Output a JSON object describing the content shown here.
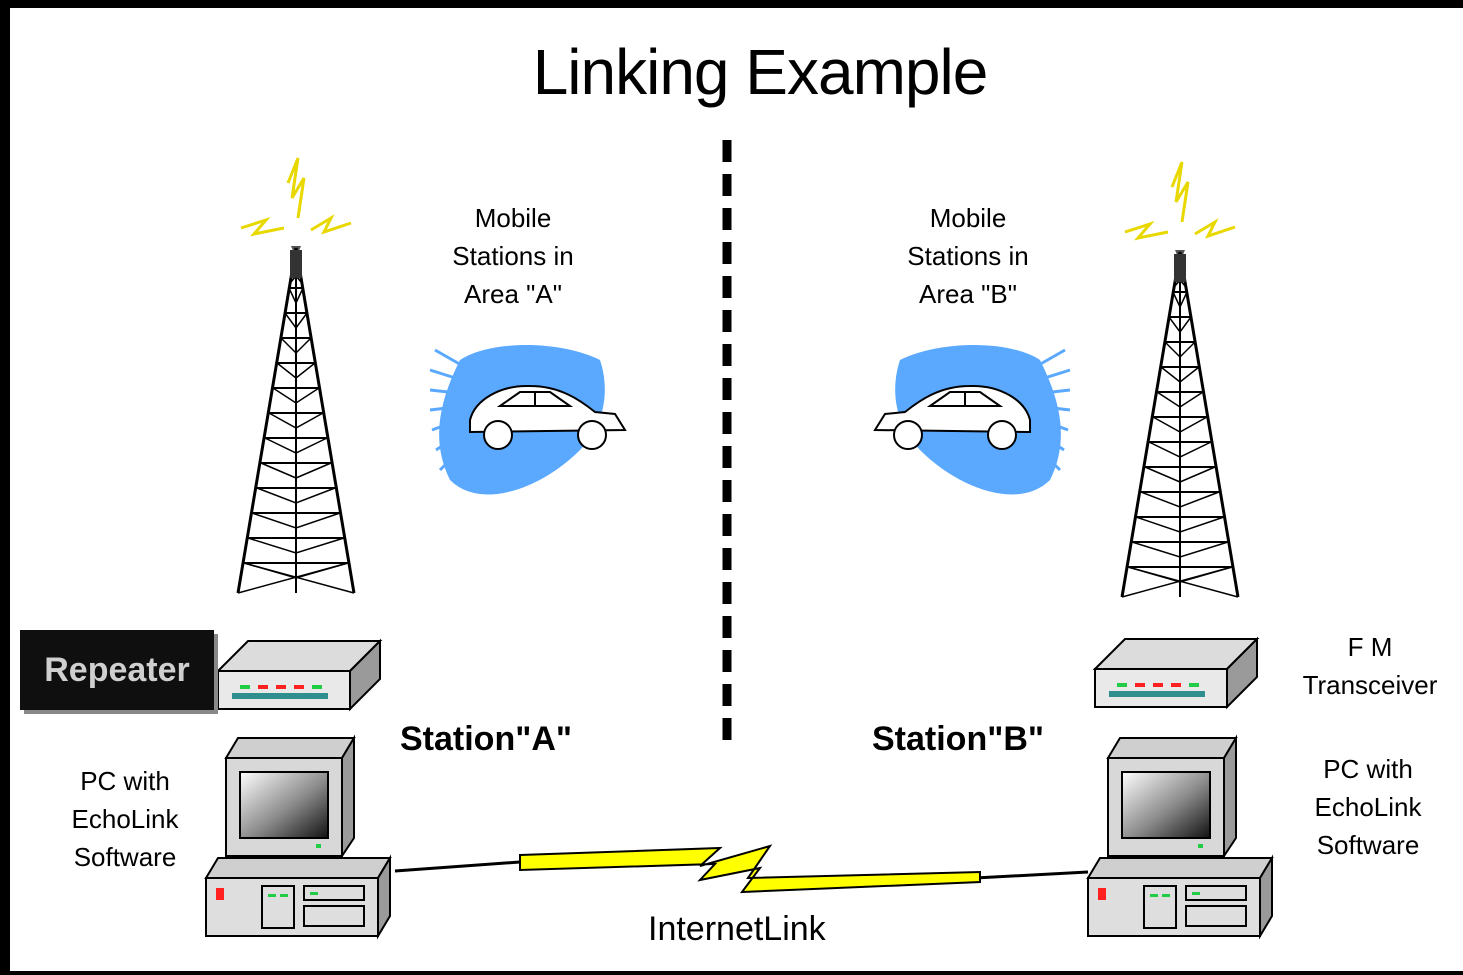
{
  "title": "Linking Example",
  "area_a": {
    "mobile_line1": "Mobile",
    "mobile_line2": "Stations  in",
    "mobile_line3": "Area \"A\""
  },
  "area_b": {
    "mobile_line1": "Mobile",
    "mobile_line2": "Stations  in",
    "mobile_line3": "Area \"B\""
  },
  "repeater_label": "Repeater",
  "transceiver": {
    "line1": "F M",
    "line2": "Transceiver"
  },
  "station_a": "Station\"A\"",
  "station_b": "Station\"B\"",
  "pc_a": {
    "line1": "PC  with",
    "line2": "EchoLink",
    "line3": "Software"
  },
  "pc_b": {
    "line1": "PC  with",
    "line2": "EchoLink",
    "line3": "Software"
  },
  "internet_link": "InternetLink",
  "colors": {
    "wave": "#4da6ff",
    "spark": "#ffff00",
    "led_red": "#ff2020",
    "led_green": "#22cc44",
    "tray": "#2f8f8f"
  }
}
